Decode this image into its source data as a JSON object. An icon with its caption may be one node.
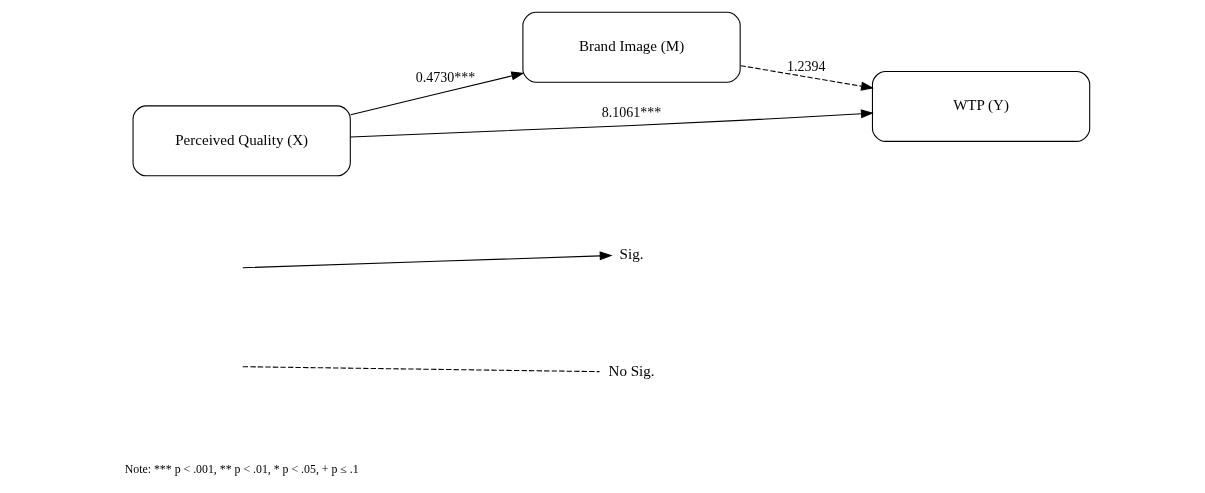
{
  "diagram": {
    "nodes": [
      {
        "text": [
          "Brand Image (M)"
        ]
      },
      {
        "text": [
          "Perceived Quality (X)"
        ]
      },
      {
        "text": [
          "WTP (Y)"
        ]
      }
    ],
    "edges": [
      {
        "from": 1,
        "to": 0,
        "arrow": "to",
        "label": "0.4730***"
      },
      {
        "from": 0,
        "to": 2,
        "arrow": "to",
        "label": "1.2394",
        "style": "dashed"
      },
      {
        "from": 1,
        "to": 2,
        "arrow": "to",
        "label": "8.1061***"
      }
    ],
    "labels": [
      "Note: *** p < .001, ** p < .01, * p < .05, + p ≤ .1"
    ],
    "legend": [
      {
        "text": "Sig."
      },
      {
        "text": "No Sig."
      }
    ]
  }
}
